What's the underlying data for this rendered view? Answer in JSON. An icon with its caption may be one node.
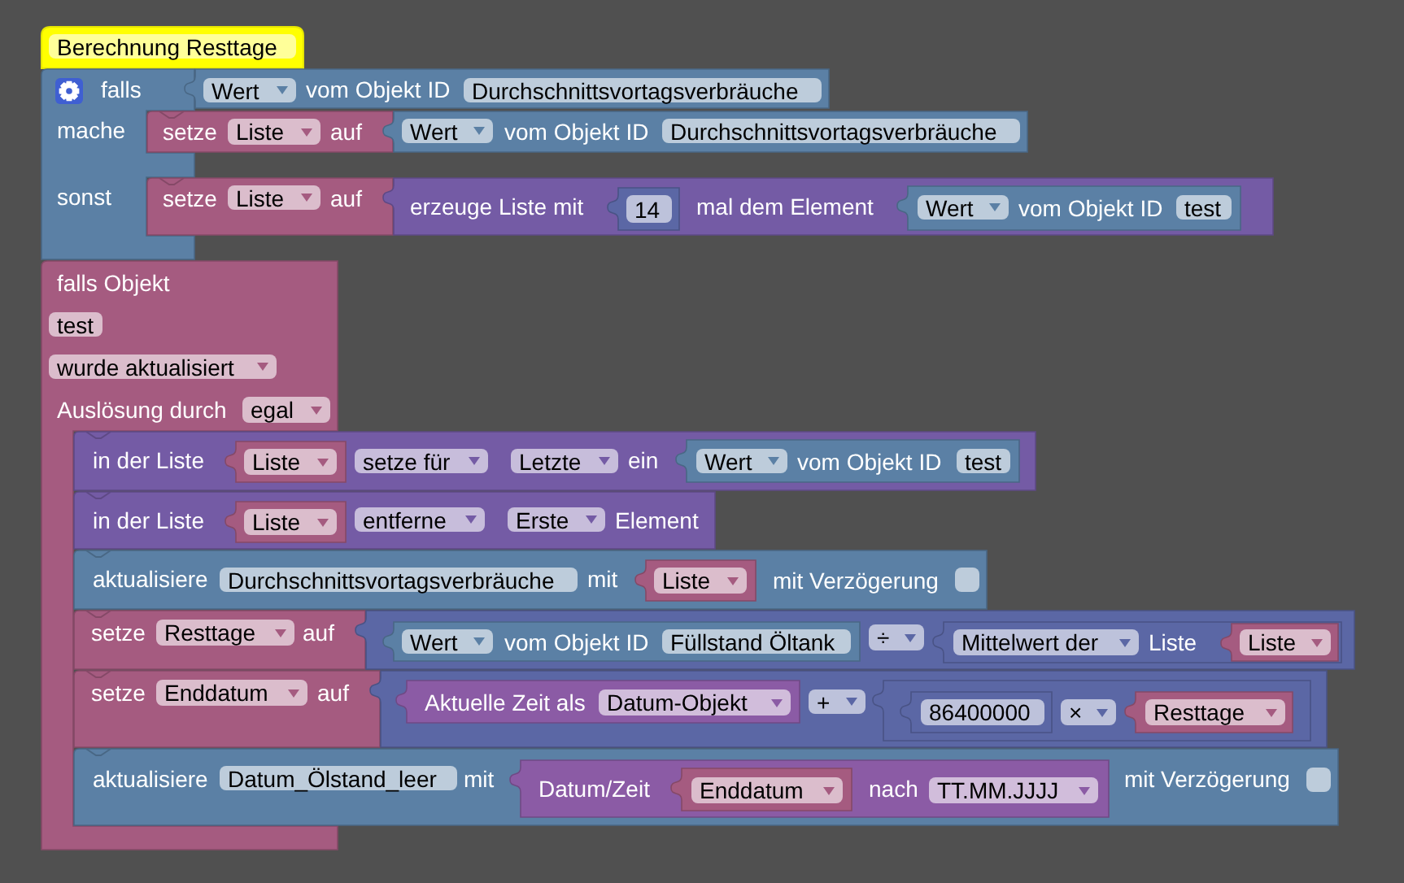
{
  "diagram": {
    "nodes": [
      {
        "text": [],
        "shape": "box"
      },
      {
        "text": [
          "Berechnung Resttage"
        ],
        "in": 0
      },
      {
        "text": [
          "falls",
          "mache",
          "sonst"
        ]
      },
      {
        "text": [
          "vom Objekt ID"
        ]
      },
      {
        "text": [
          "Wert"
        ],
        "in": 3
      },
      {
        "text": [
          "Durchschnittsvortagsverbräuche"
        ],
        "in": 3
      },
      {
        "text": [
          "setze",
          "auf"
        ]
      },
      {
        "text": [
          "Liste"
        ],
        "in": 6
      },
      {
        "text": [
          "vom Objekt ID"
        ]
      },
      {
        "text": [
          "Wert"
        ],
        "in": 8
      },
      {
        "text": [
          "Durchschnittsvortagsverbräuche"
        ],
        "in": 8
      },
      {
        "text": [
          "setze",
          "auf"
        ]
      },
      {
        "text": [
          "Liste"
        ],
        "in": 11
      },
      {
        "text": [
          "erzeuge Liste mit",
          "mal dem Element"
        ]
      },
      {
        "text": [],
        "shape": "box",
        "in": 13
      },
      {
        "text": [
          "14"
        ],
        "in": 14
      },
      {
        "text": [
          "vom Objekt ID"
        ],
        "in": 13
      },
      {
        "text": [
          "Wert"
        ],
        "in": 16
      },
      {
        "text": [
          "test"
        ],
        "in": 16
      },
      {
        "text": [
          "falls Objekt",
          "Auslösung durch"
        ]
      },
      {
        "text": [
          "test"
        ],
        "in": 19
      },
      {
        "text": [
          "wurde aktualisiert"
        ],
        "in": 19
      },
      {
        "text": [
          "egal"
        ],
        "in": 19
      },
      {
        "text": [
          "in der Liste",
          "ein"
        ]
      },
      {
        "text": [],
        "shape": "box",
        "in": 23
      },
      {
        "text": [
          "Liste"
        ],
        "in": 24
      },
      {
        "text": [
          "setze für"
        ],
        "in": 23
      },
      {
        "text": [
          "Letzte"
        ],
        "in": 23
      },
      {
        "text": [
          "vom Objekt ID"
        ],
        "in": 23
      },
      {
        "text": [
          "Wert"
        ],
        "in": 28
      },
      {
        "text": [
          "test"
        ],
        "in": 28
      },
      {
        "text": [
          "in der Liste",
          "Element"
        ]
      },
      {
        "text": [],
        "shape": "box",
        "in": 31
      },
      {
        "text": [
          "Liste"
        ],
        "in": 32
      },
      {
        "text": [
          "entferne"
        ],
        "in": 31
      },
      {
        "text": [
          "Erste"
        ],
        "in": 31
      },
      {
        "text": [
          "aktualisiere",
          "mit",
          "mit Verzögerung"
        ]
      },
      {
        "text": [
          "Durchschnittsvortagsverbräuche"
        ],
        "in": 36
      },
      {
        "text": [],
        "shape": "box",
        "in": 36
      },
      {
        "text": [
          "Liste"
        ],
        "in": 38
      },
      {
        "text": [
          "setze",
          "auf"
        ]
      },
      {
        "text": [
          "Resttage"
        ],
        "in": 40
      },
      {
        "text": [],
        "shape": "box"
      },
      {
        "text": [
          "vom Objekt ID"
        ],
        "in": 42
      },
      {
        "text": [
          "Wert"
        ],
        "in": 43
      },
      {
        "text": [
          "Füllstand Öltank"
        ],
        "in": 43
      },
      {
        "text": [
          "÷"
        ],
        "in": 42
      },
      {
        "text": [
          "Liste"
        ],
        "in": 42
      },
      {
        "text": [
          "Mittelwert der"
        ],
        "in": 47
      },
      {
        "text": [],
        "shape": "box",
        "in": 47
      },
      {
        "text": [
          "Liste"
        ],
        "in": 49
      },
      {
        "text": [
          "setze",
          "auf"
        ]
      },
      {
        "text": [
          "Enddatum"
        ],
        "in": 51
      },
      {
        "text": [],
        "shape": "box"
      },
      {
        "text": [
          "Aktuelle Zeit als"
        ],
        "in": 53
      },
      {
        "text": [
          "Datum-Objekt"
        ],
        "in": 54
      },
      {
        "text": [
          "+"
        ],
        "in": 53
      },
      {
        "text": [],
        "shape": "box",
        "in": 53
      },
      {
        "text": [],
        "shape": "box",
        "in": 57
      },
      {
        "text": [
          "86400000"
        ],
        "in": 58
      },
      {
        "text": [
          "×"
        ],
        "in": 57
      },
      {
        "text": [],
        "shape": "box",
        "in": 57
      },
      {
        "text": [
          "Resttage"
        ],
        "in": 61
      },
      {
        "text": [
          "aktualisiere",
          "mit",
          "mit Verzögerung"
        ]
      },
      {
        "text": [
          "Datum_Ölstand_leer"
        ],
        "in": 63
      },
      {
        "text": [
          "Datum/Zeit",
          "nach"
        ],
        "in": 63
      },
      {
        "text": [],
        "shape": "box",
        "in": 65
      },
      {
        "text": [
          "Enddatum"
        ],
        "in": 66
      },
      {
        "text": [
          "TT.MM.JJJJ"
        ],
        "in": 65
      }
    ]
  }
}
